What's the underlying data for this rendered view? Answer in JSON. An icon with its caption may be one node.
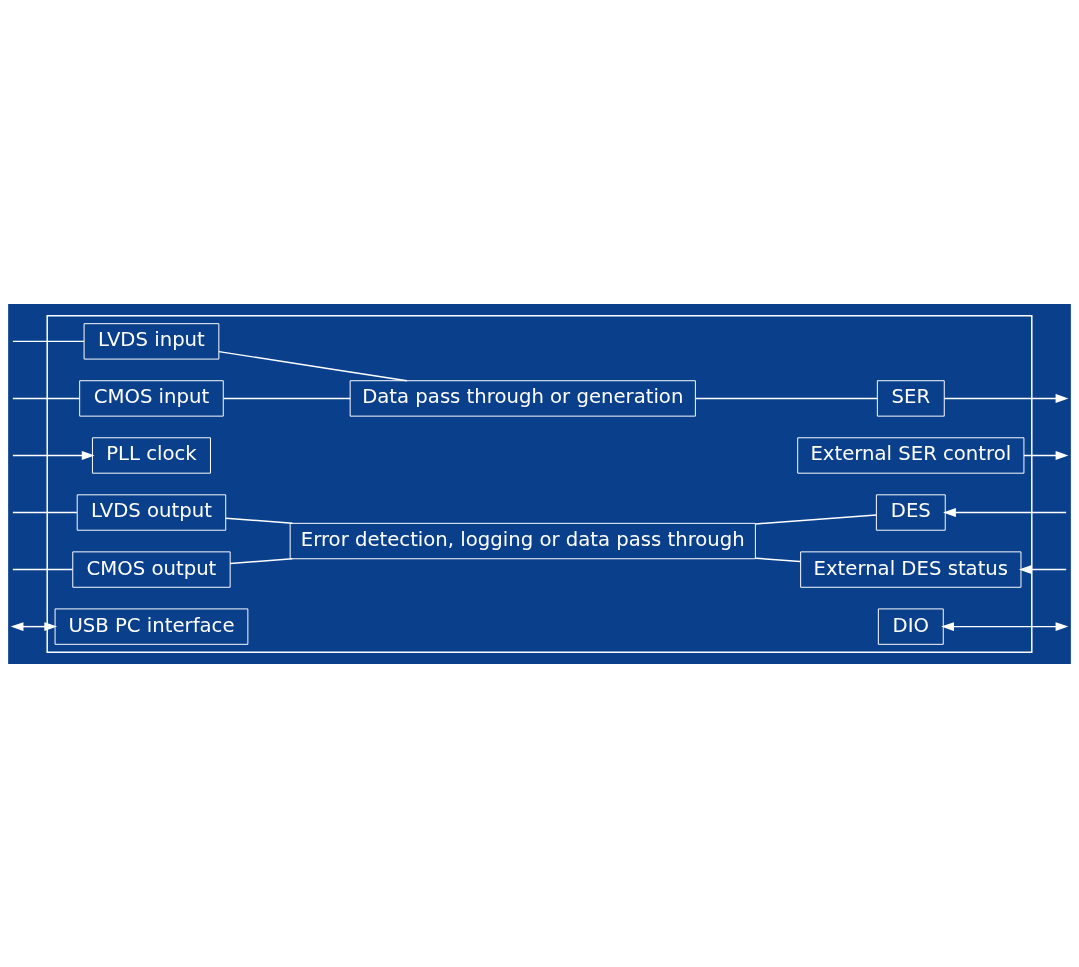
{
  "diagram": {
    "nodes": [
      {
        "text": [],
        "shape": "box"
      },
      {
        "text": [
          "LVDS input"
        ],
        "in": 0
      },
      {
        "text": [
          "Data pass through or generation"
        ],
        "in": 0
      },
      {
        "text": [
          "SER"
        ],
        "in": 0
      },
      {
        "text": [
          "CMOS input"
        ],
        "in": 0
      },
      {
        "text": [
          "External SER control"
        ],
        "in": 0
      },
      {
        "text": [
          "PLL clock"
        ],
        "in": 0
      },
      {
        "text": [
          "LVDS output"
        ],
        "in": 0
      },
      {
        "text": [
          "Error detection, logging or data pass through"
        ],
        "in": 0
      },
      {
        "text": [
          "DES"
        ],
        "in": 0
      },
      {
        "text": [
          "CMOS output"
        ],
        "in": 0
      },
      {
        "text": [
          "External DES status"
        ],
        "in": 0
      },
      {
        "text": [
          "USB PC interface"
        ],
        "in": 0
      },
      {
        "text": [
          "DIO"
        ],
        "in": 0
      }
    ],
    "edges": [
      {
        "from": null,
        "to": 1,
        "arrow": "none"
      },
      {
        "from": null,
        "to": 4,
        "arrow": "none"
      },
      {
        "from": null,
        "to": 6,
        "arrow": "to"
      },
      {
        "from": null,
        "to": 7,
        "arrow": "none"
      },
      {
        "from": null,
        "to": 10,
        "arrow": "none"
      },
      {
        "from": null,
        "to": 12,
        "arrow": "both"
      },
      {
        "from": 1,
        "to": 2,
        "arrow": "none"
      },
      {
        "from": 4,
        "to": 2,
        "arrow": "none"
      },
      {
        "from": 2,
        "to": 3,
        "arrow": "none"
      },
      {
        "from": 7,
        "to": 8,
        "arrow": "none"
      },
      {
        "from": 10,
        "to": 8,
        "arrow": "none"
      },
      {
        "from": 8,
        "to": 9,
        "arrow": "none"
      },
      {
        "from": 8,
        "to": 11,
        "arrow": "none"
      },
      {
        "from": 3,
        "to": null,
        "arrow": "to"
      },
      {
        "from": 5,
        "to": null,
        "arrow": "to"
      },
      {
        "from": null,
        "to": 9,
        "arrow": "to"
      },
      {
        "from": null,
        "to": 11,
        "arrow": "to"
      },
      {
        "from": 13,
        "to": null,
        "arrow": "both"
      }
    ]
  }
}
